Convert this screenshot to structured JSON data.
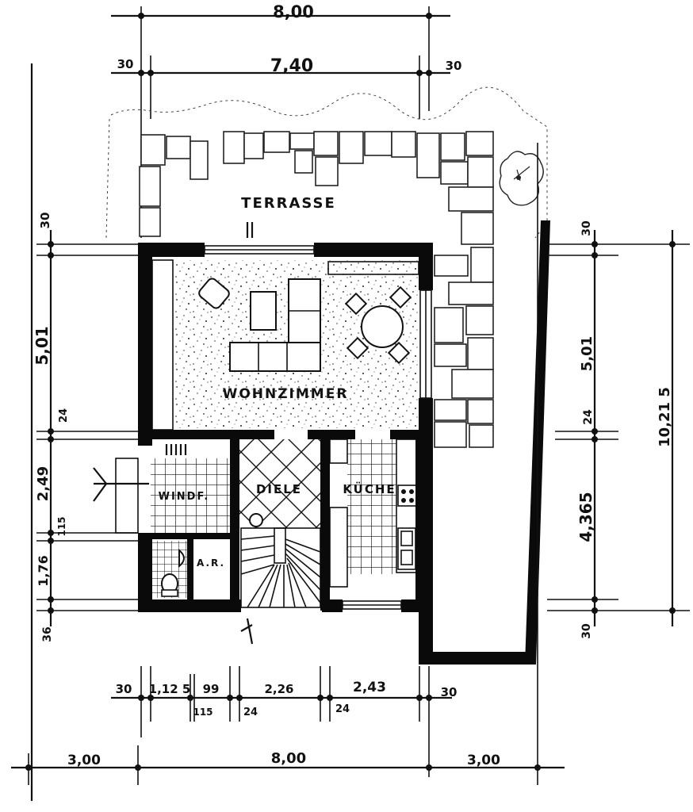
{
  "rooms": {
    "terrace": "TERRASSE",
    "living": "WOHNZIMMER",
    "hall": "DIELE",
    "kitchen": "KÜCHE",
    "vestibule": "WINDF.",
    "storage": "A.R."
  },
  "dims_top": {
    "overall": "8,00",
    "inner": "7,40",
    "left_wall": "30",
    "right_wall": "30"
  },
  "dims_left": {
    "top_wall": "30",
    "living_depth": "5,01",
    "wall_24": "24",
    "hall_depth": "2,49",
    "wall_115": "115",
    "wc_depth": "1,76",
    "bottom_wall": "36"
  },
  "dims_right": {
    "top_wall": "30",
    "living_depth": "5,01",
    "wall_24": "24",
    "kitchen_depth": "4,365",
    "bottom_wall": "30",
    "total_depth": "10,21 5"
  },
  "dims_bottom": {
    "wall_left": "30",
    "wc_width": "1,12 5",
    "ar_width": "99",
    "hall_width": "2,26",
    "kitchen_width": "2,43",
    "wall_right": "30",
    "wall_115": "115",
    "wall_24a": "24",
    "wall_24b": "24"
  },
  "dims_site": {
    "left_offset": "3,00",
    "house_width": "8,00",
    "right_offset": "3,00"
  }
}
